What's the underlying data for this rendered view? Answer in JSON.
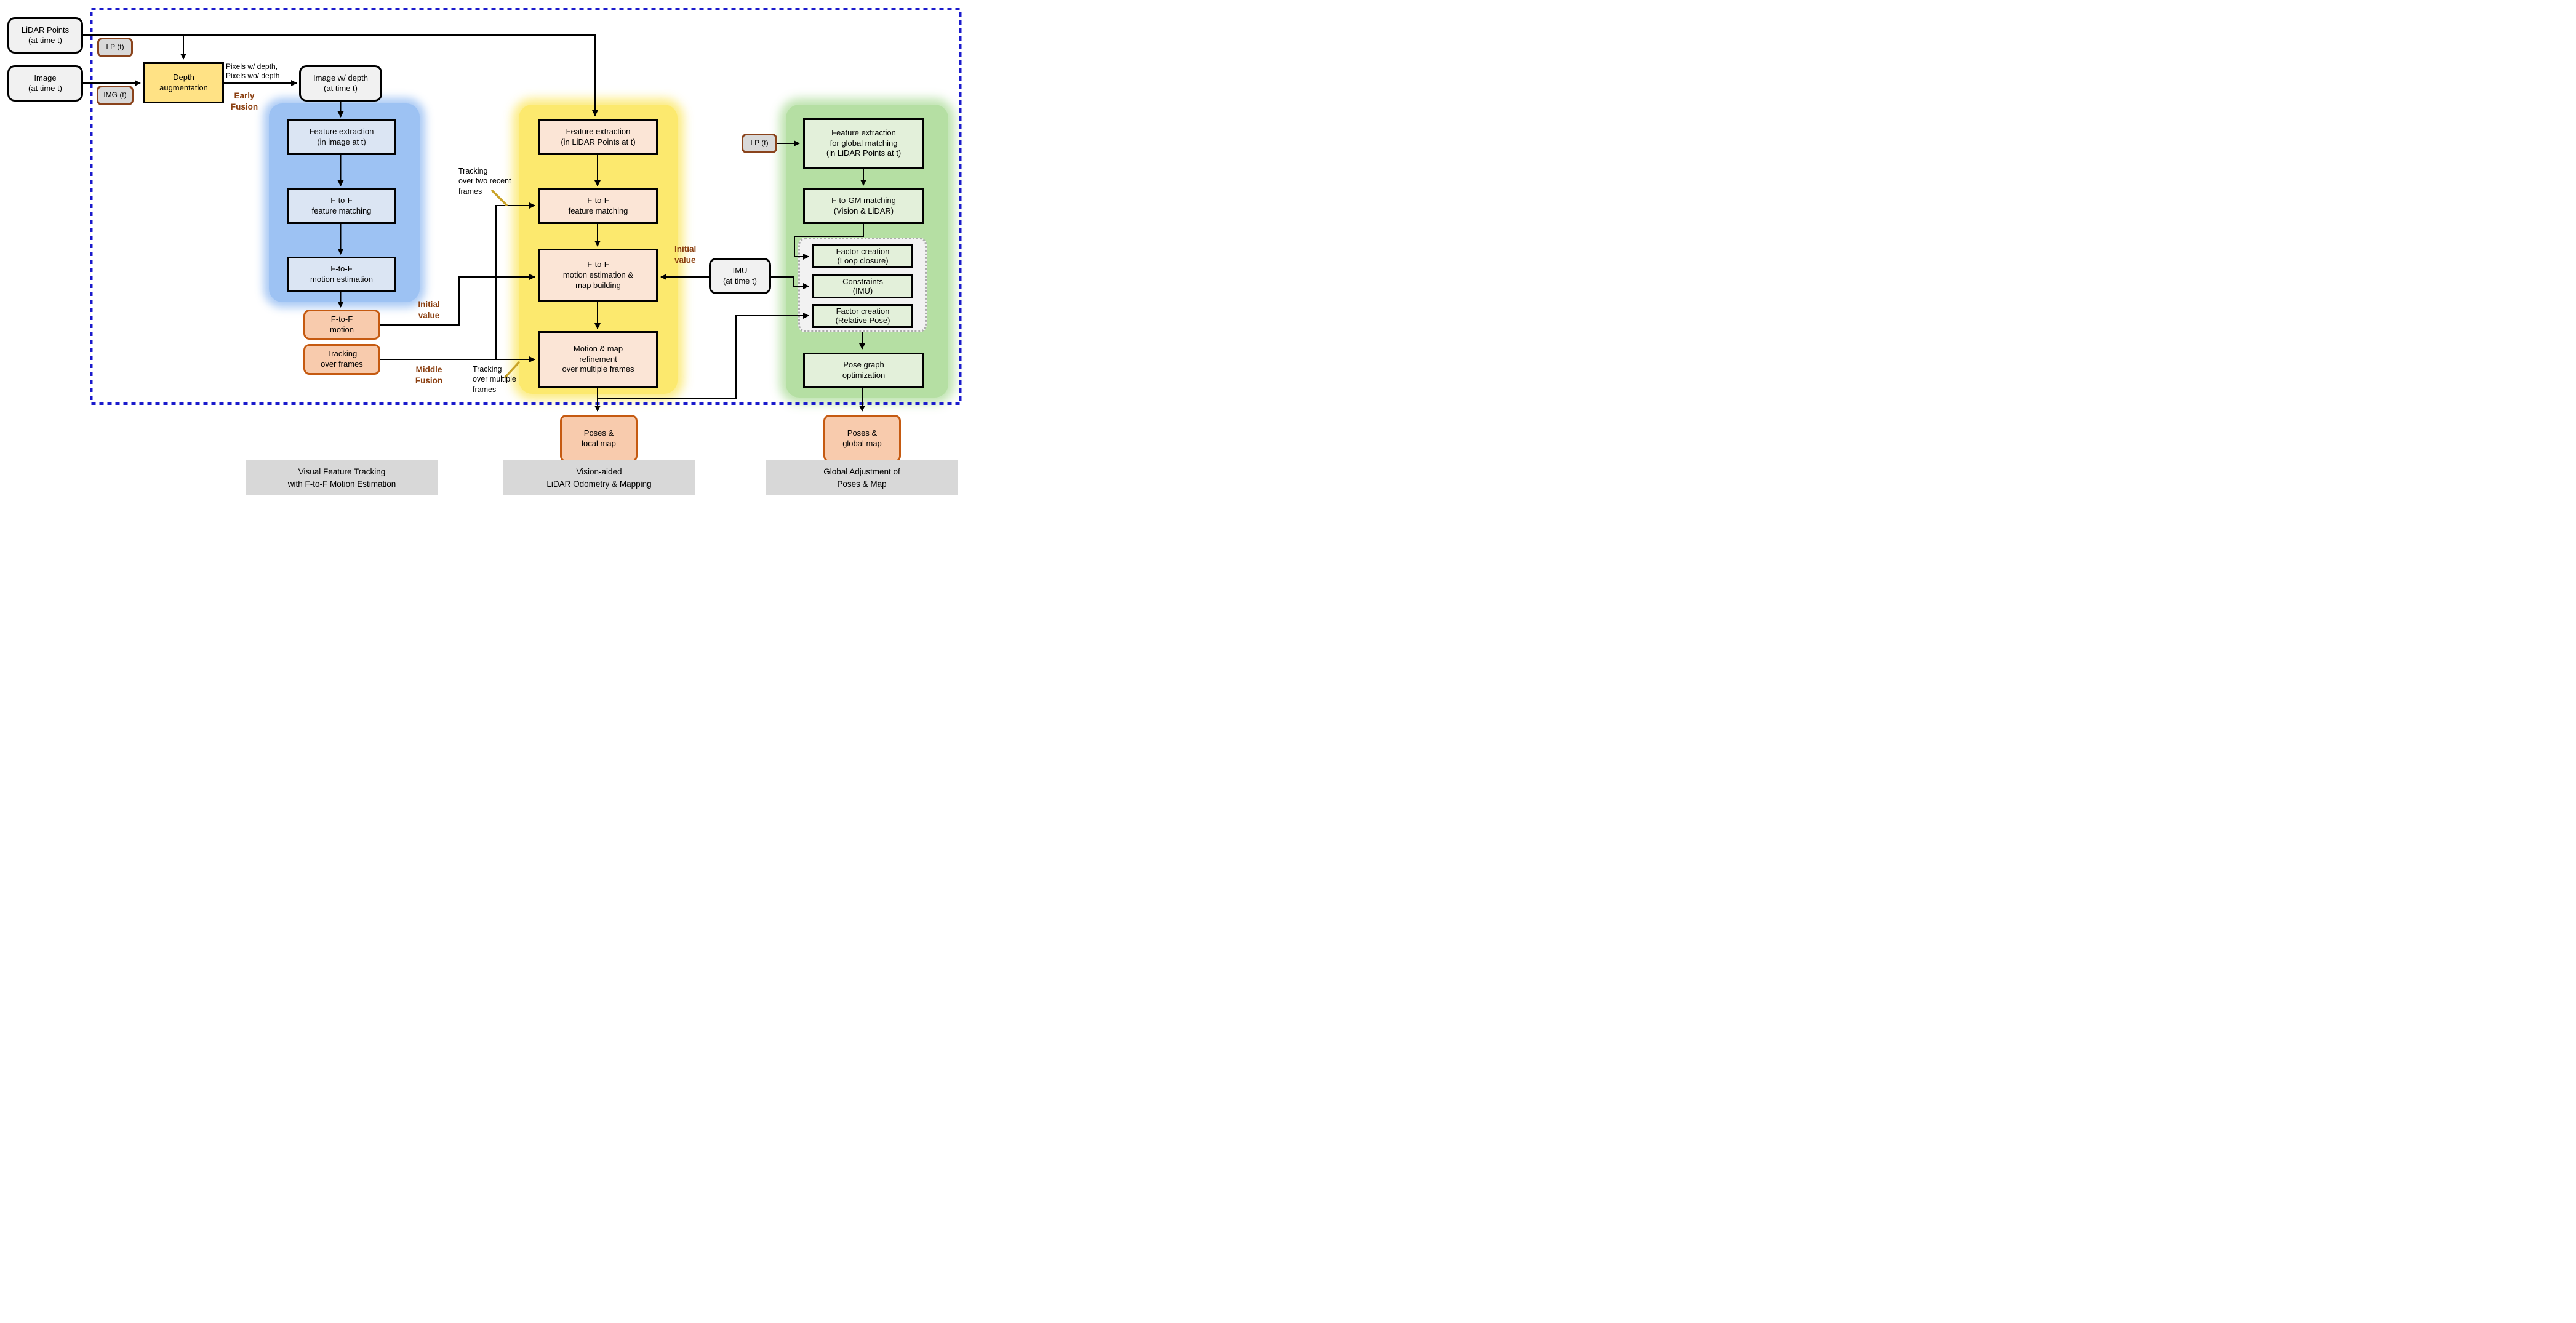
{
  "colors": {
    "outer_border_blue": "#1a1acc",
    "accent_brown": "#8a3e0f",
    "orange_border": "#c55a11",
    "orange_fill": "#f8cbad",
    "blue_section": "#9dc2f3",
    "yellow_section": "#fce96e",
    "green_section": "#b5dfa3",
    "gold_tick": "#c9a227"
  },
  "inputs": {
    "lidar_points": {
      "lines": [
        "LiDAR Points",
        "(at time t)"
      ]
    },
    "image": {
      "lines": [
        "Image",
        "(at time t)"
      ]
    },
    "lp_tag": "LP (t)",
    "img_tag": "IMG (t)",
    "lp_tag_right": "LP (t)",
    "imu": {
      "lines": [
        "IMU",
        "(at time t)"
      ]
    }
  },
  "early": {
    "depth_augmentation": {
      "lines": [
        "Depth",
        "augmentation"
      ]
    },
    "pixels_note": {
      "lines": [
        "Pixels w/ depth,",
        "Pixels wo/ depth"
      ]
    },
    "image_w_depth": {
      "lines": [
        "Image w/ depth",
        "(at time t)"
      ]
    },
    "early_fusion": {
      "lines": [
        "Early",
        "Fusion"
      ]
    }
  },
  "visual_tracking": {
    "feature_extraction": {
      "lines": [
        "Feature extraction",
        "(in image at t)"
      ]
    },
    "ftf_feature_matching": {
      "lines": [
        "F-to-F",
        "feature matching"
      ]
    },
    "ftf_motion_estimation": {
      "lines": [
        "F-to-F",
        "motion estimation"
      ]
    },
    "ftf_motion": {
      "lines": [
        "F-to-F",
        "motion"
      ]
    },
    "tracking_over_frames": {
      "lines": [
        "Tracking",
        "over frames"
      ]
    },
    "section_label": {
      "lines": [
        "Visual Feature Tracking",
        "with F-to-F Motion Estimation"
      ]
    }
  },
  "annotations": {
    "initial_value_left": {
      "lines": [
        "Initial",
        "value"
      ]
    },
    "middle_fusion": {
      "lines": [
        "Middle",
        "Fusion"
      ]
    },
    "initial_value_right": {
      "lines": [
        "Initial",
        "value"
      ]
    },
    "tracking_two_recent": {
      "lines": [
        "Tracking",
        "over two recent",
        "frames"
      ]
    },
    "tracking_multiple": {
      "lines": [
        "Tracking",
        "over multiple",
        "frames"
      ]
    }
  },
  "lidar_odometry": {
    "feature_extraction": {
      "lines": [
        "Feature extraction",
        "(in LiDAR Points at t)"
      ]
    },
    "ftf_feature_matching": {
      "lines": [
        "F-to-F",
        "feature matching"
      ]
    },
    "ftf_motion_map": {
      "lines": [
        "F-to-F",
        "motion estimation &",
        "map building"
      ]
    },
    "motion_map_refinement": {
      "lines": [
        "Motion & map",
        "refinement",
        "over multiple frames"
      ]
    },
    "poses_local_map": {
      "lines": [
        "Poses &",
        "local map"
      ]
    },
    "section_label": {
      "lines": [
        "Vision-aided",
        "LiDAR Odometry & Mapping"
      ]
    }
  },
  "global_adjustment": {
    "feature_extraction_global": {
      "lines": [
        "Feature extraction",
        "for global matching",
        "(in LiDAR Points at t)"
      ]
    },
    "ftogm_matching": {
      "lines": [
        "F-to-GM matching",
        "(Vision & LiDAR)"
      ]
    },
    "factor_loop_closure": {
      "lines": [
        "Factor creation",
        "(Loop closure)"
      ]
    },
    "constraints_imu": {
      "lines": [
        "Constraints",
        "(IMU)"
      ]
    },
    "factor_relative_pose": {
      "lines": [
        "Factor creation",
        "(Relative Pose)"
      ]
    },
    "pose_graph_optimization": {
      "lines": [
        "Pose graph",
        "optimization"
      ]
    },
    "poses_global_map": {
      "lines": [
        "Poses &",
        "global map"
      ]
    },
    "section_label": {
      "lines": [
        "Global Adjustment of",
        "Poses & Map"
      ]
    }
  }
}
